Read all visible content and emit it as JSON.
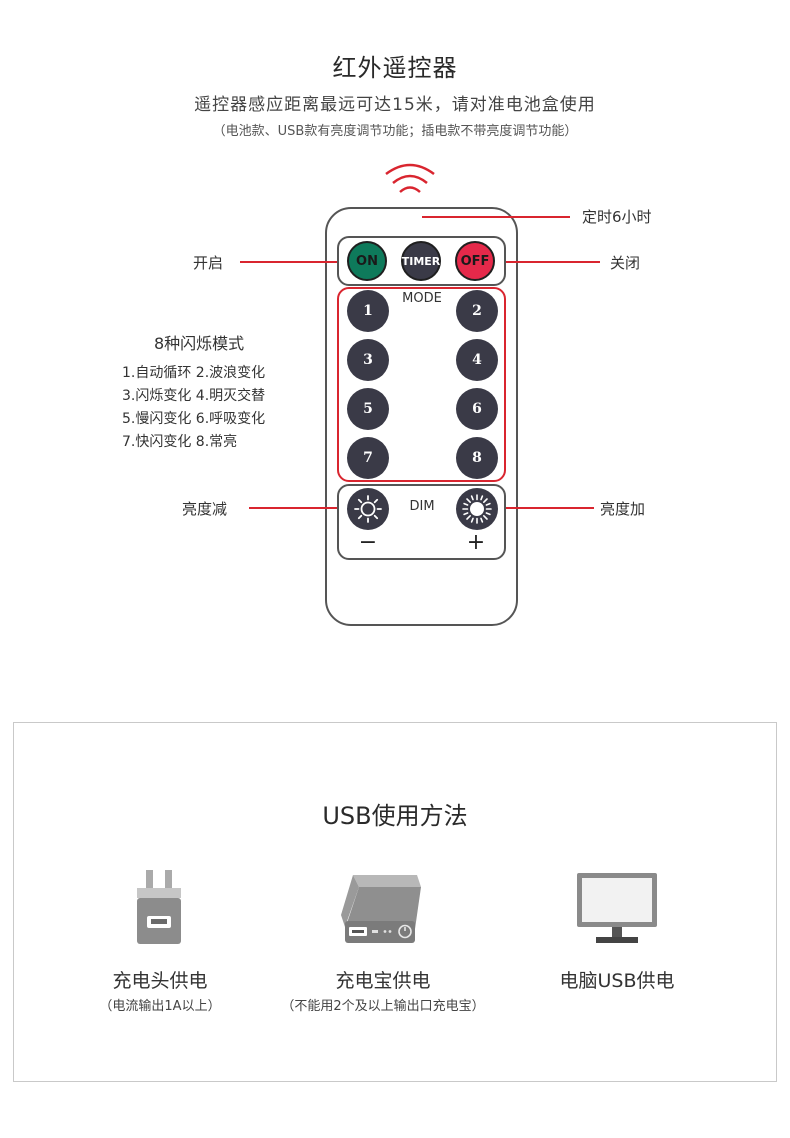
{
  "header": {
    "title": "红外遥控器",
    "subtitle": "遥控器感应距离最远可达15米，请对准电池盒使用",
    "note": "（电池款、USB款有亮度调节功能；插电款不带亮度调节功能）"
  },
  "callouts": {
    "timer6h": "定时6小时",
    "on": "开启",
    "off": "关闭",
    "dim_down": "亮度减",
    "dim_up": "亮度加",
    "modes_title": "8种闪烁模式",
    "modes": [
      "1.自动循环   2.波浪变化",
      "3.闪烁变化  4.明灭交替",
      "5.慢闪变化  6.呼吸变化",
      "7.快闪变化  8.常亮"
    ]
  },
  "remote": {
    "on_label": "ON",
    "timer_label": "TIMER",
    "off_label": "OFF",
    "mode_label": "MODE",
    "dim_label": "DIM",
    "minus": "−",
    "plus": "+",
    "numbers": [
      "1",
      "2",
      "3",
      "4",
      "5",
      "6",
      "7",
      "8"
    ],
    "colors": {
      "on": "#0e7a5b",
      "timer": "#3a3a47",
      "off": "#e5294a",
      "accent": "#d9252f"
    }
  },
  "usb": {
    "title": "USB使用方法",
    "items": [
      {
        "label": "充电头供电",
        "sub": "（电流输出1A以上）",
        "icon": "charger-icon"
      },
      {
        "label": "充电宝供电",
        "sub": "（不能用2个及以上输出口充电宝）",
        "icon": "power-bank-icon"
      },
      {
        "label": "电脑USB供电",
        "sub": "",
        "icon": "monitor-icon"
      }
    ]
  }
}
